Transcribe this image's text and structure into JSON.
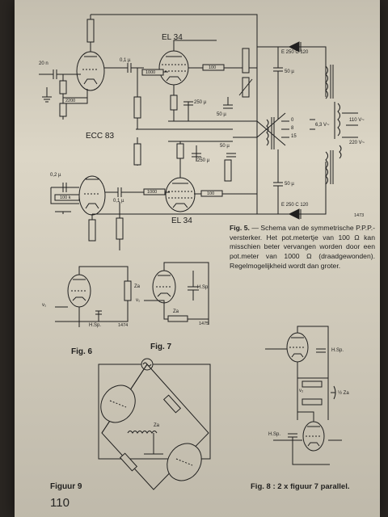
{
  "page_number": "110",
  "captions": {
    "fig5_label": "Fig. 5.",
    "fig5_text": "— Schema van de symmetrische P.P.P.-versterker. Het pot.metertje van 100 Ω kan misschien beter vervangen worden door een pot.meter van 1000 Ω (draadgewonden). Regelmogelijkheid wordt dan groter.",
    "fig6": "Fig. 6",
    "fig7": "Fig. 7",
    "fig8": "Fig. 8 : 2 x figuur 7 parallel.",
    "fig9": "Figuur 9"
  },
  "schematic_labels": {
    "el34_top": "EL 34",
    "el34_bottom": "EL 34",
    "ecc83": "ECC 83",
    "diode_top": "E 250 C 120",
    "diode_bottom": "E 250 C 120",
    "cap_20n": "20 n",
    "cap_01u_top": "0,1 µ",
    "cap_01u_bottom": "0,1 µ",
    "cap_02u": "0,2 µ",
    "res_1000_top": "1000",
    "res_1000_bottom": "1000",
    "res_100_top": "100",
    "res_100_bottom": "100",
    "res_2200": "2200",
    "res_100k": "100 k",
    "cap_50u_a": "50 µ",
    "cap_50u_b": "50 µ",
    "cap_50u_c": "50 µ",
    "cap_50u_d": "50 µ",
    "cap_250u_top": "250 µ",
    "cap_250u_bottom": "250 µ",
    "out_63v": "6,3 V~",
    "out_110v": "110 V~",
    "out_220v": "220 V~",
    "tap_0": "0",
    "tap_8": "8",
    "tap_15": "15",
    "ref_1473": "1473",
    "ref_1474": "1474",
    "ref_1475": "1475",
    "hsp": "H.Sp.",
    "za": "Za",
    "za_half": "½ Za",
    "v1": "v₁",
    "v2": "v₂"
  }
}
